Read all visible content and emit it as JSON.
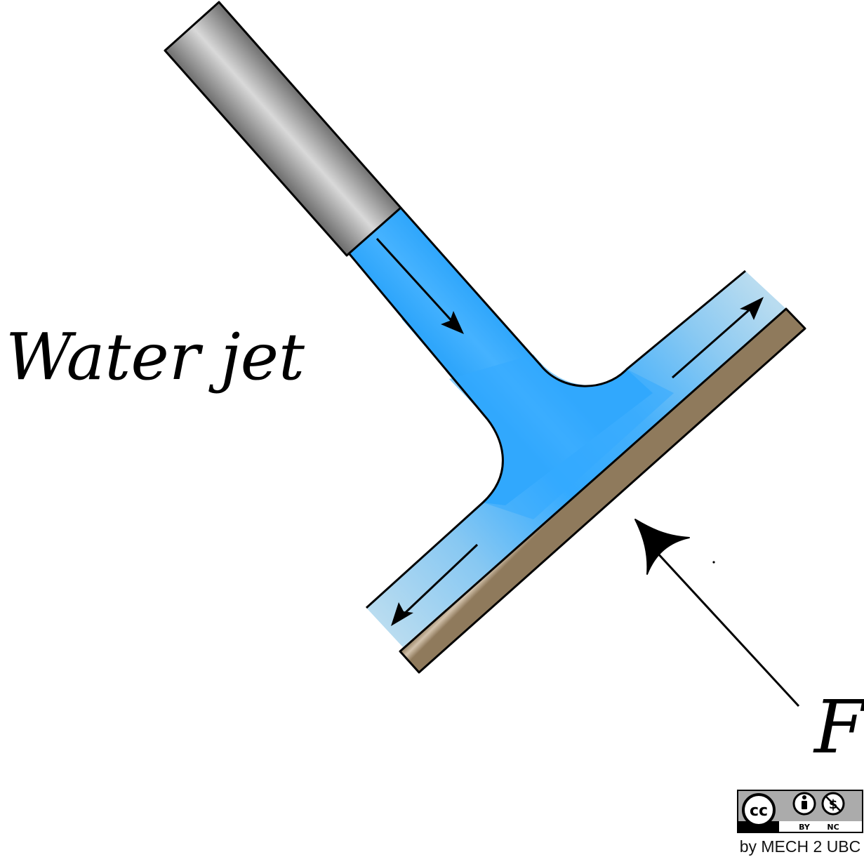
{
  "labels": {
    "jet_label": "Water jet",
    "force_label": "F"
  },
  "license": {
    "cc_mark": "cc",
    "by_label": "BY",
    "nc_label": "NC",
    "credit": "by MECH 2 UBC"
  },
  "icons": {
    "nozzle": "nozzle-icon",
    "plate": "flat-plate-icon",
    "flow_arrow": "flow-arrow-icon",
    "force_arrow": "force-arrow-icon",
    "license_badge": "cc-by-nc-badge-icon"
  },
  "colors": {
    "water_core": "#33aaff",
    "water_edge": "#a9d4ee",
    "nozzle_light": "#d9d9d9",
    "nozzle_dark": "#6e6e6e",
    "plate_light": "#d2c1ab",
    "plate_dark": "#8f7a5c",
    "outline": "#000000"
  }
}
